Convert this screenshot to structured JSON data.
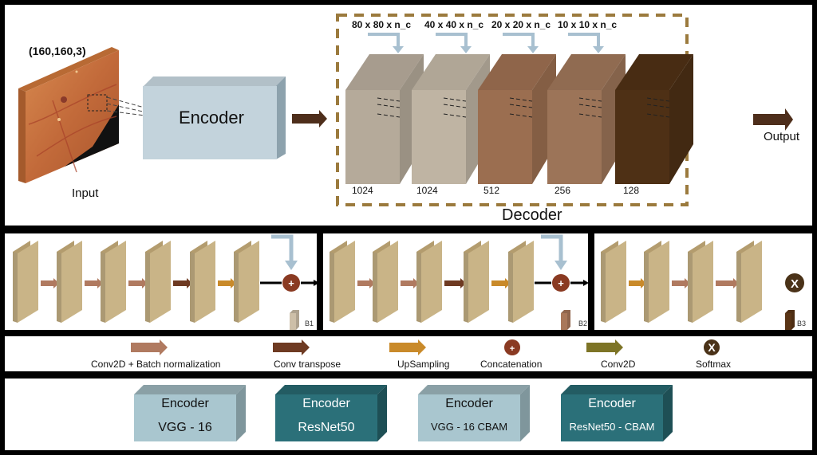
{
  "top": {
    "input_shape": "(160,160,3)",
    "input_label": "Input",
    "encoder_label": "Encoder",
    "decoder_label": "Decoder",
    "output_label": "Output",
    "skip_labels": [
      "80 x 80 x n_c",
      "40 x 40 x n_c",
      "20 x 20 x n_c",
      "10 x 10 x n_c"
    ],
    "decoder_blocks": [
      {
        "filters": "1024",
        "color": "#b5aa9a"
      },
      {
        "filters": "1024",
        "color": "#bfb4a3"
      },
      {
        "filters": "512",
        "color": "#9b6e50"
      },
      {
        "filters": "256",
        "color": "#9c7458"
      },
      {
        "filters": "128",
        "color": "#4e3015"
      }
    ],
    "colors": {
      "dashed_border": "#9b7a3d",
      "encoder_box": "#c3d3dc",
      "flow_arrow": "#4e2e1b",
      "skip_arrow": "#a8c0d0"
    }
  },
  "blocks": [
    {
      "name": "B1",
      "arrows": [
        "conv_bn",
        "conv_bn",
        "conv_bn",
        "conv_transpose",
        "upsampling"
      ],
      "end": "concatenation",
      "swatch": "#cdbfa8"
    },
    {
      "name": "B2",
      "arrows": [
        "conv_bn",
        "conv_bn",
        "conv_transpose",
        "upsampling"
      ],
      "end": "concatenation",
      "swatch": "#a9785a"
    },
    {
      "name": "B3",
      "arrows": [
        "upsampling",
        "conv_bn",
        "conv_bn",
        "conv2d"
      ],
      "end": "softmax",
      "swatch": "#5a3516"
    }
  ],
  "legend": [
    {
      "key": "conv_bn",
      "label": "Conv2D + Batch normalization",
      "type": "arrow",
      "color": "#b07a60"
    },
    {
      "key": "conv_transpose",
      "label": "Conv transpose",
      "type": "arrow",
      "color": "#6e3a22"
    },
    {
      "key": "upsampling",
      "label": "UpSampling",
      "type": "arrow",
      "color": "#c98a2a"
    },
    {
      "key": "concatenation",
      "label": "Concatenation",
      "type": "circle",
      "glyph": "+",
      "color": "#8a3a22"
    },
    {
      "key": "conv2d",
      "label": "Conv2D",
      "type": "arrow",
      "color": "#7d7426"
    },
    {
      "key": "softmax",
      "label": "Softmax",
      "type": "circle",
      "glyph": "X",
      "color": "#4a3218"
    }
  ],
  "encoders": [
    {
      "title": "Encoder",
      "name": "VGG - 16",
      "style": "light"
    },
    {
      "title": "Encoder",
      "name": "ResNet50",
      "style": "dark"
    },
    {
      "title": "Encoder",
      "name": "VGG - 16 CBAM",
      "style": "light"
    },
    {
      "title": "Encoder",
      "name": "ResNet50 - CBAM",
      "style": "dark"
    }
  ],
  "encoder_colors": {
    "light": {
      "front": "#a9c6cf",
      "top": "#8aa0a6",
      "side": "#7f969c",
      "text": "#111111"
    },
    "dark": {
      "front": "#2b7079",
      "top": "#235c63",
      "side": "#1e4f55",
      "text": "#ffffff"
    }
  },
  "block_color": "#c9b487",
  "block_side": "#b39c6e",
  "block_top": "#d6c49a"
}
